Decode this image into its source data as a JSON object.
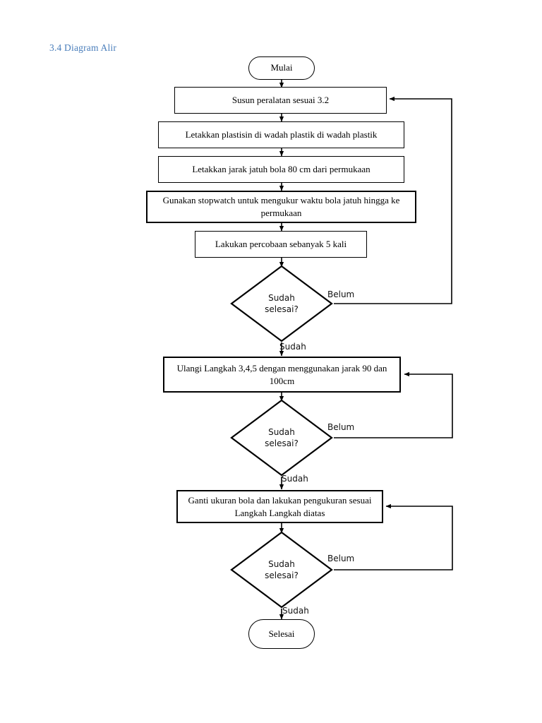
{
  "document": {
    "heading": "3.4 Diagram Alir",
    "heading_color": "#4a7ebb"
  },
  "flowchart": {
    "title": "Diagram Alir",
    "stroke_color": "#000000",
    "fill_color": "#ffffff",
    "nodes": {
      "start": {
        "label": "Mulai",
        "shape": "terminal"
      },
      "step1": {
        "label": "Susun peralatan sesuai 3.2",
        "shape": "process"
      },
      "step2": {
        "label": "Letakkan plastisin di wadah plastik di wadah plastik",
        "shape": "process"
      },
      "step3": {
        "label": "Letakkan jarak jatuh bola 80 cm dari permukaan",
        "shape": "process"
      },
      "step4": {
        "label": "Gunakan stopwatch untuk mengukur waktu bola jatuh hingga ke permukaan",
        "shape": "process"
      },
      "step5": {
        "label": "Lakukan percobaan sebanyak 5 kali",
        "shape": "process"
      },
      "decision1": {
        "line1": "Sudah",
        "line2": "selesai?",
        "shape": "decision"
      },
      "step6": {
        "label": "Ulangi Langkah 3,4,5 dengan menggunakan jarak 90 dan 100cm",
        "shape": "process"
      },
      "decision2": {
        "line1": "Sudah",
        "line2": "selesai?",
        "shape": "decision"
      },
      "step7": {
        "label": "Ganti ukuran bola dan lakukan pengukuran sesuai Langkah Langkah diatas",
        "shape": "process"
      },
      "decision3": {
        "line1": "Sudah",
        "line2": "selesai?",
        "shape": "decision"
      },
      "end": {
        "label": "Selesai",
        "shape": "terminal"
      }
    },
    "edge_labels": {
      "d1_no": "Belum",
      "d1_yes": "Sudah",
      "d2_no": "Belum",
      "d2_yes": "Sudah",
      "d3_no": "Belum",
      "d3_yes": "Sudah"
    }
  }
}
